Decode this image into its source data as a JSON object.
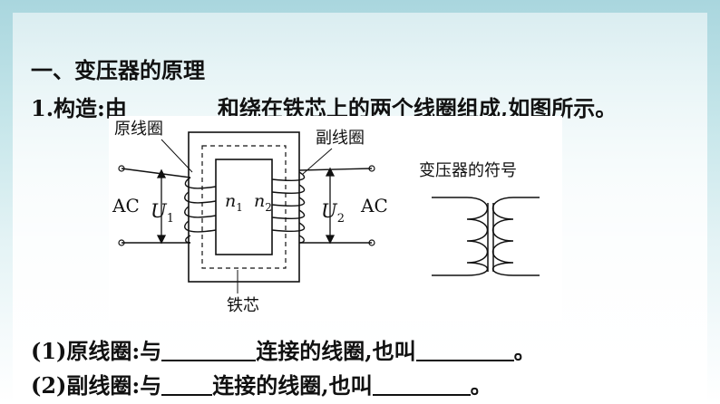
{
  "heading": "一、变压器的原理",
  "line1": {
    "before": "1.构造:由",
    "after": "和绕在铁芯上的两个线圈组成,如图所示。"
  },
  "line2": {
    "before": "(1)原线圈:与",
    "middle": "连接的线圈,也叫",
    "after": "。"
  },
  "line3": {
    "before": "(2)副线圈:与",
    "middle": "连接的线圈,也叫",
    "after": "。"
  },
  "figure": {
    "primary_label": "原线圈",
    "secondary_label": "副线圈",
    "core_label": "铁芯",
    "ac_left": "AC",
    "ac_right": "AC",
    "u1": "U",
    "u1_sub": "1",
    "u2": "U",
    "u2_sub": "2",
    "n1": "n",
    "n1_sub": "1",
    "n2": "n",
    "n2_sub": "2",
    "symbol_title": "变压器的符号"
  }
}
